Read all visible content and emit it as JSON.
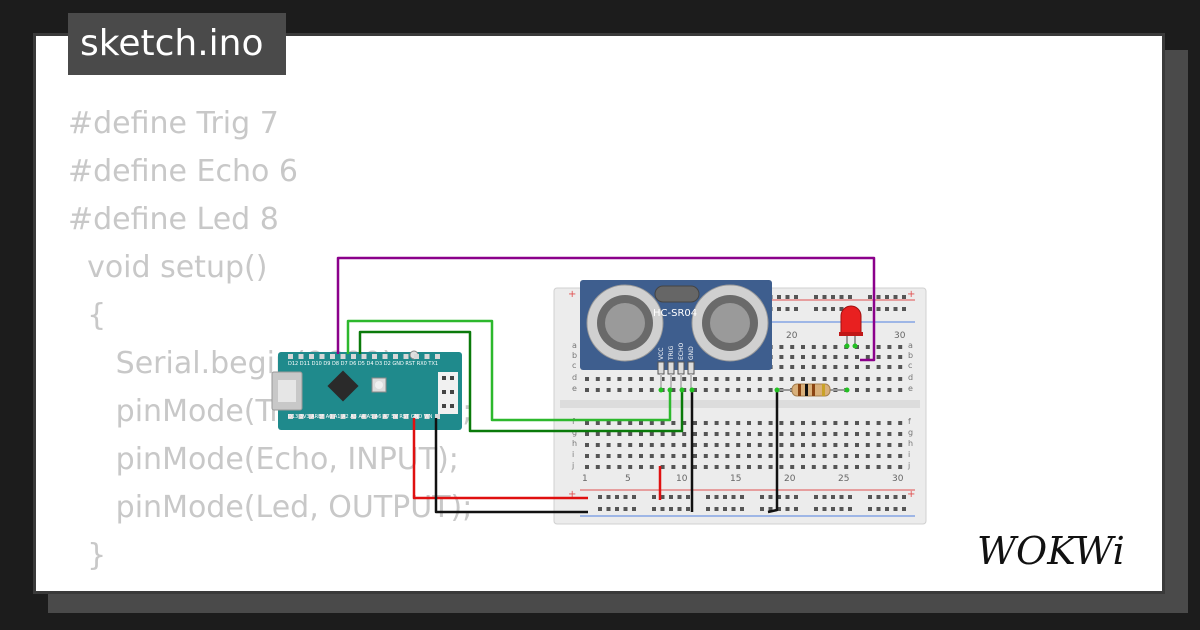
{
  "header": {
    "filename": "sketch.ino"
  },
  "code_lines": [
    "#define Trig 7",
    "#define Echo 6",
    "#define Led 8",
    "  void setup()",
    "  {",
    "     Serial.begin(9600);",
    "     pinMode(Trig, OUTPUT);",
    "     pinMode(Echo, INPUT);",
    "     pinMode(Led, OUTPUT);",
    "  }"
  ],
  "sensor": {
    "label": "HC-SR04",
    "pins": [
      "VCC",
      "TRIG",
      "ECHO",
      "GND"
    ]
  },
  "breadboard": {
    "column_numbers": [
      "1",
      "5",
      "10",
      "15",
      "20",
      "25",
      "30"
    ],
    "top_rows": [
      "a",
      "b",
      "c",
      "d",
      "e"
    ],
    "bottom_rows": [
      "f",
      "g",
      "h",
      "i",
      "j"
    ],
    "plus": "+"
  },
  "arduino": {
    "top_pin_labels": "D12 D11 D10 D9 D8 D7 D6 D5 D4 D3 D2 GND RST RX0 TX1",
    "bottom_pin_labels": "D13 3V3 AREF A0 A1 A2 A3 A4 A5 A6 A7 5V RST GND VIN"
  },
  "brand": {
    "logo_text": "WOKWi"
  },
  "colors": {
    "background": "#1c1c1c",
    "card": "#ffffff",
    "code_text": "#c8c8c8",
    "wire_purple": "#8b008b",
    "wire_green": "#2db82d",
    "wire_darkgreen": "#0a7a0a",
    "wire_red": "#e01010",
    "wire_black": "#111111",
    "arduino_board": "#1f8a8c",
    "sensor_board": "#3e5e8e"
  }
}
